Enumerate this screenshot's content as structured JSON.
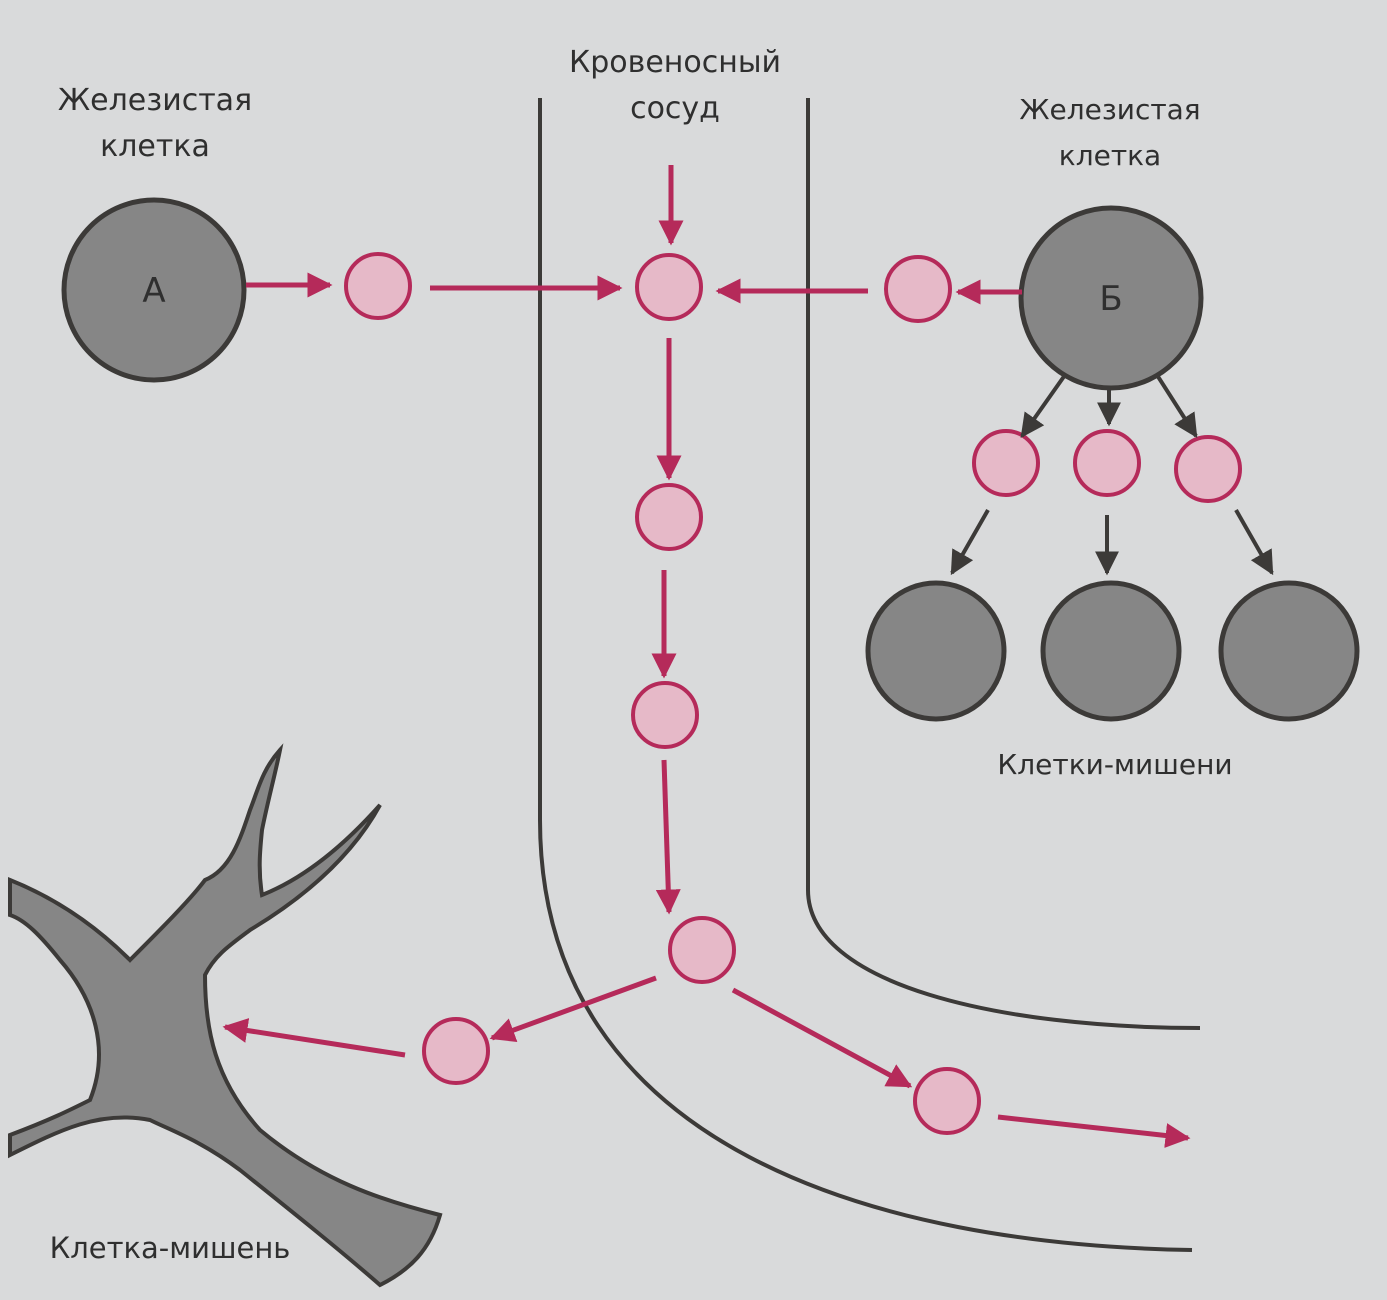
{
  "labels": {
    "gland_left": [
      "Железистая",
      "клетка"
    ],
    "vessel": [
      "Кровеносный",
      "сосуд"
    ],
    "gland_right": [
      "Железистая",
      "клетка"
    ],
    "targets_right": "Клетки-мишени",
    "target_left": "Клетка-мишень"
  },
  "cells": {
    "gland_a_letter": "А",
    "gland_b_letter": "Б"
  },
  "colors": {
    "background": "#d9dadb",
    "cell_fill": "#868686",
    "cell_stroke": "#3c3a38",
    "hormone_fill": "#e6b9c8",
    "hormone_stroke": "#b52a5a",
    "arrow_hormone": "#b52a5a",
    "arrow_dark": "#3c3a38",
    "vessel_wall": "#3c3a38",
    "text": "#2f2f2f"
  }
}
